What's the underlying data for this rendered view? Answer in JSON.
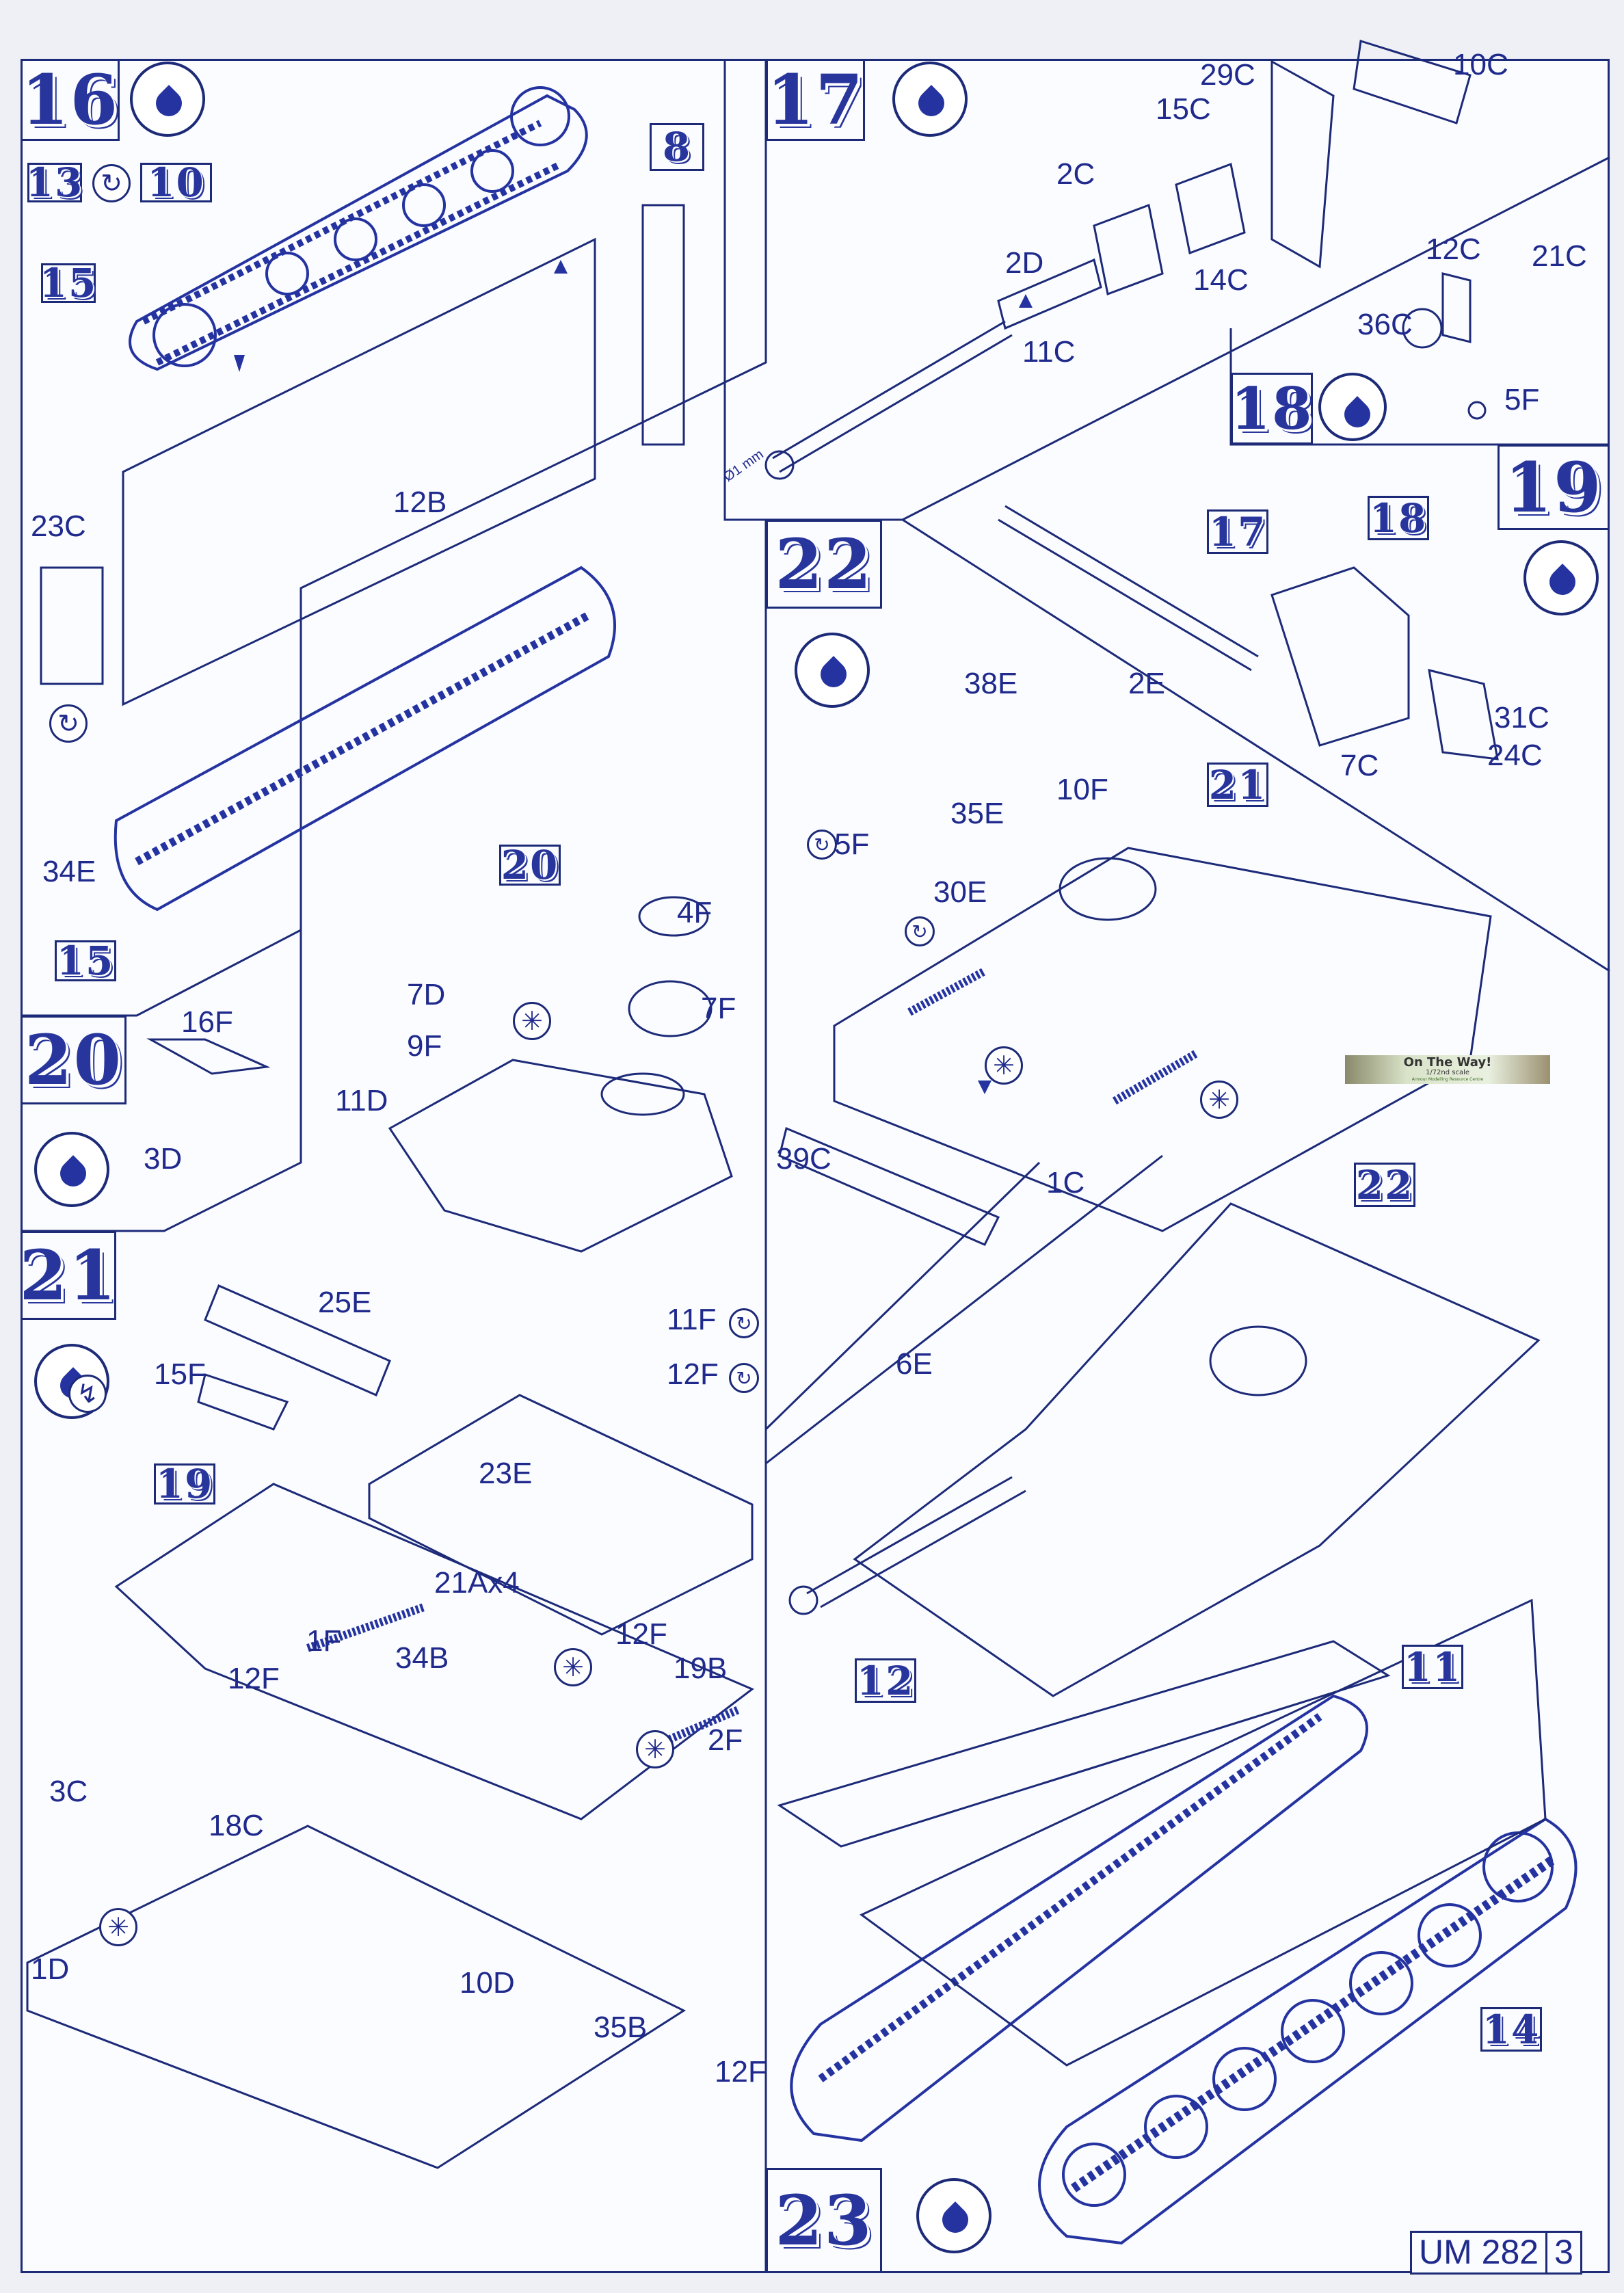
{
  "document": {
    "type": "model kit assembly instructions",
    "code": "UM 282",
    "page_number": "3"
  },
  "steps": {
    "s16": {
      "number": "16",
      "glue": true,
      "refs": [
        "13",
        "10",
        "15",
        "8"
      ],
      "ref_symbol": "rotate-icon",
      "parts": [
        "23C",
        "12B",
        "34E"
      ]
    },
    "s17": {
      "number": "17",
      "glue": true,
      "parts": [
        "29C",
        "10C",
        "15C",
        "2C",
        "2D",
        "14C",
        "11C"
      ],
      "drill_note": "Ø1 mm"
    },
    "s18": {
      "number": "18",
      "glue": true,
      "parts": [
        "12C",
        "21C",
        "36C",
        "5F"
      ]
    },
    "s19": {
      "number": "19",
      "glue": true,
      "refs": [
        "17",
        "18"
      ],
      "parts": [
        "31C",
        "24C",
        "7C"
      ]
    },
    "s20": {
      "number": "20",
      "glue": true,
      "refs": [
        "15"
      ],
      "parts": [
        "16F",
        "3D"
      ]
    },
    "s21": {
      "number": "21",
      "glue": true,
      "refs": [
        "20",
        "19"
      ],
      "parts": [
        "7D",
        "9F",
        "4F",
        "7F",
        "11D",
        "25E",
        "15F",
        "11F",
        "12F",
        "23E",
        "21Ax4",
        "1F",
        "34B",
        "19B",
        "3C",
        "18C",
        "1D",
        "10D",
        "2F",
        "35B"
      ]
    },
    "s22": {
      "number": "22",
      "glue": true,
      "refs": [
        "21"
      ],
      "parts": [
        "38E",
        "2E",
        "10F",
        "35E",
        "5F",
        "30E",
        "39C",
        "1C",
        "6E"
      ]
    },
    "s23": {
      "number": "23",
      "glue": true,
      "refs": [
        "22",
        "12",
        "11",
        "14"
      ]
    }
  },
  "labels": {
    "p23C": "23C",
    "p12B": "12B",
    "p34E": "34E",
    "p29C": "29C",
    "p10C": "10C",
    "p15C": "15C",
    "p2C": "2C",
    "p2D": "2D",
    "p14C": "14C",
    "p11C": "11C",
    "drill": "Ø1 mm",
    "p12C": "12C",
    "p21C": "21C",
    "p36C": "36C",
    "p5F": "5F",
    "p31C": "31C",
    "p24C": "24C",
    "p7C": "7C",
    "p16F": "16F",
    "p3D": "3D",
    "p7D": "7D",
    "p9F": "9F",
    "p4F": "4F",
    "p7F": "7F",
    "p11D": "11D",
    "p25E": "25E",
    "p15F": "15F",
    "p11F": "11F",
    "p12F": "12F",
    "p23E": "23E",
    "p21A": "21Ax4",
    "p1F": "1F",
    "p34B": "34B",
    "p19B": "19B",
    "p3C": "3C",
    "p18C": "18C",
    "p1D": "1D",
    "p10D": "10D",
    "p2F": "2F",
    "p35B": "35B",
    "p38E": "38E",
    "p2E": "2E",
    "p10F": "10F",
    "p35E": "35E",
    "p30E": "30E",
    "p39C": "39C",
    "p1C": "1C",
    "p6E": "6E"
  },
  "refboxes": {
    "r13": "13",
    "r10": "10",
    "r15a": "15",
    "r8": "8",
    "r15b": "15",
    "r20": "20",
    "r19a": "19",
    "r17": "17",
    "r18": "18",
    "r21": "21",
    "r22": "22",
    "r12": "12",
    "r11": "11",
    "r14": "14"
  },
  "banner": {
    "title": "On The Way!",
    "scale": "1/72nd scale",
    "subtitle": "Armour Modelling Resource Centre"
  },
  "symbols": {
    "glue": "glue-drop-icon",
    "rotate": "rotate-arrow-icon",
    "optional": "asterisk-icon",
    "cement": "lightning-icon"
  },
  "colors": {
    "ink": "#1f2a8c",
    "paper": "#fbfcff"
  }
}
